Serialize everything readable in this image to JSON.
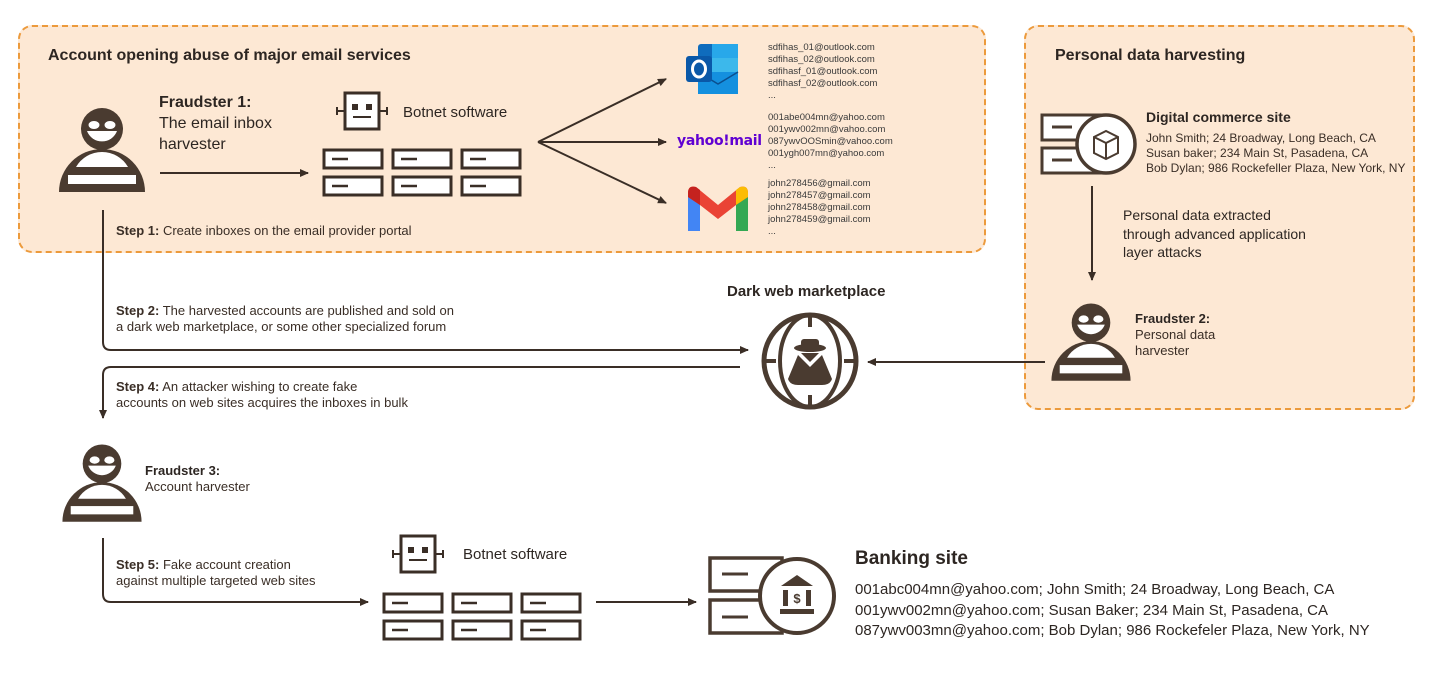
{
  "colors": {
    "panel_fill": "#fde8d4",
    "panel_border": "#ec9a3c",
    "icon_dark": "#4a3b30",
    "outlook_blue": "#0f6cbd",
    "yahoo_purple": "#6001d2"
  },
  "panels": {
    "email_abuse": {
      "title": "Account opening abuse of major email services"
    },
    "personal_data": {
      "title": "Personal data harvesting"
    }
  },
  "fraudsters": [
    {
      "name": "Fraudster 1:",
      "desc_line1": "The email inbox",
      "desc_line2": "harvester",
      "icon": "masked-person-icon"
    },
    {
      "name": "Fraudster 2:",
      "desc_line1": "Personal data",
      "desc_line2": "harvester",
      "icon": "masked-person-icon"
    },
    {
      "name": "Fraudster 3:",
      "desc_line1": "Account harvester",
      "icon": "masked-person-icon"
    }
  ],
  "botnet": {
    "label": "Botnet software",
    "icon": "robot-icon"
  },
  "email_providers": [
    {
      "name": "Outlook",
      "icon": "outlook-icon",
      "emails": [
        "sdfihas_01@outlook.com",
        "sdfihas_02@outlook.com",
        "sdfihasf_01@outlook.com",
        "sdfihasf_02@outlook.com",
        "..."
      ]
    },
    {
      "name": "yahoo!mail",
      "logo_text": "yahoo!mail",
      "icon": "yahoo-mail-icon",
      "emails": [
        "001abe004mn@yahoo.com",
        "001ywv002mn@vahoo.com",
        "087ywvOOSmin@vahoo.com",
        "001ygh007mn@yahoo.com",
        "..."
      ]
    },
    {
      "name": "Gmail",
      "icon": "gmail-icon",
      "emails": [
        "john278456@gmail.com",
        "john278457@gmail.com",
        "john278458@gmail.com",
        "john278459@gmail.com",
        "..."
      ]
    }
  ],
  "steps": {
    "step1": {
      "label": "Step 1:",
      "text": "Create inboxes on the email provider portal"
    },
    "step2": {
      "label": "Step 2:",
      "text_line1": "The harvested accounts are published and sold on",
      "text_line2": "a dark web marketplace, or some other specialized forum"
    },
    "step4": {
      "label": "Step 4:",
      "text_line1": "An attacker wishing to create fake",
      "text_line2": "accounts on web sites acquires the inboxes in bulk"
    },
    "step5": {
      "label": "Step 5:",
      "text_line1": "Fake account creation",
      "text_line2": "against multiple targeted web sites"
    }
  },
  "dark_web": {
    "title": "Dark web marketplace",
    "icon": "spy-globe-icon"
  },
  "commerce_site": {
    "title": "Digital commerce site",
    "icon": "package-server-icon",
    "records": [
      "John Smith; 24 Broadway, Long Beach, CA",
      "Susan baker; 234 Main St, Pasadena, CA",
      "Bob Dylan; 986 Rockefeller Plaza, New York, NY"
    ]
  },
  "extraction": {
    "line1": "Personal data extracted",
    "line2": "through advanced application",
    "line3": "layer attacks"
  },
  "banking_site": {
    "title": "Banking site",
    "icon": "bank-server-icon",
    "records": [
      "001abc004mn@yahoo.com; John Smith; 24 Broadway, Long Beach, CA",
      "001ywv002mn@yahoo.com; Susan Baker; 234 Main St, Pasadena, CA",
      "087ywv003mn@yahoo.com; Bob Dylan; 986 Rockefeler Plaza, New York, NY"
    ]
  }
}
